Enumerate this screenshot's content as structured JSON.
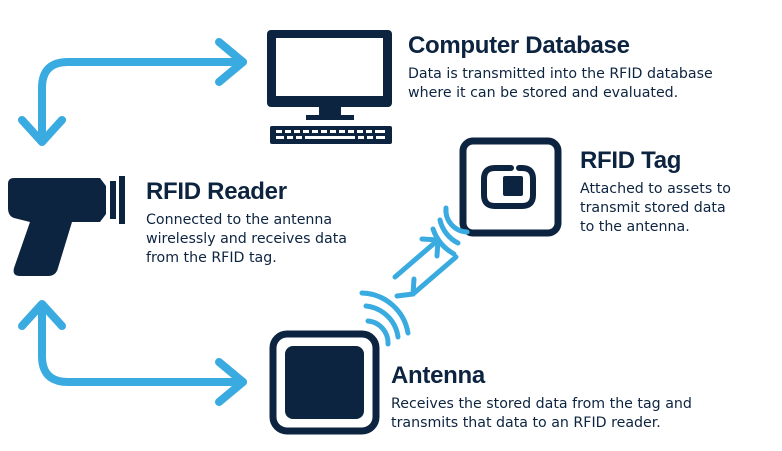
{
  "colors": {
    "navy": "#0d2440",
    "accent": "#3aabe0"
  },
  "computer": {
    "title": "Computer Database",
    "description": [
      "Data is transmitted into the RFID database",
      "where it can be stored and evaluated."
    ],
    "icon": "computer-monitor-keyboard-icon"
  },
  "reader": {
    "title": "RFID Reader",
    "description": [
      "Connected to the antenna",
      "wirelessly and receives data",
      "from the RFID tag."
    ],
    "icon": "handheld-scanner-icon"
  },
  "tag": {
    "title": "RFID Tag",
    "description": [
      "Attached to assets to",
      "transmit stored data",
      "to the antenna."
    ],
    "icon": "rfid-tag-icon"
  },
  "antenna": {
    "title": "Antenna",
    "description": [
      "Receives the stored data from the tag and",
      "transmits that data to an RFID reader."
    ],
    "icon": "antenna-square-icon"
  }
}
